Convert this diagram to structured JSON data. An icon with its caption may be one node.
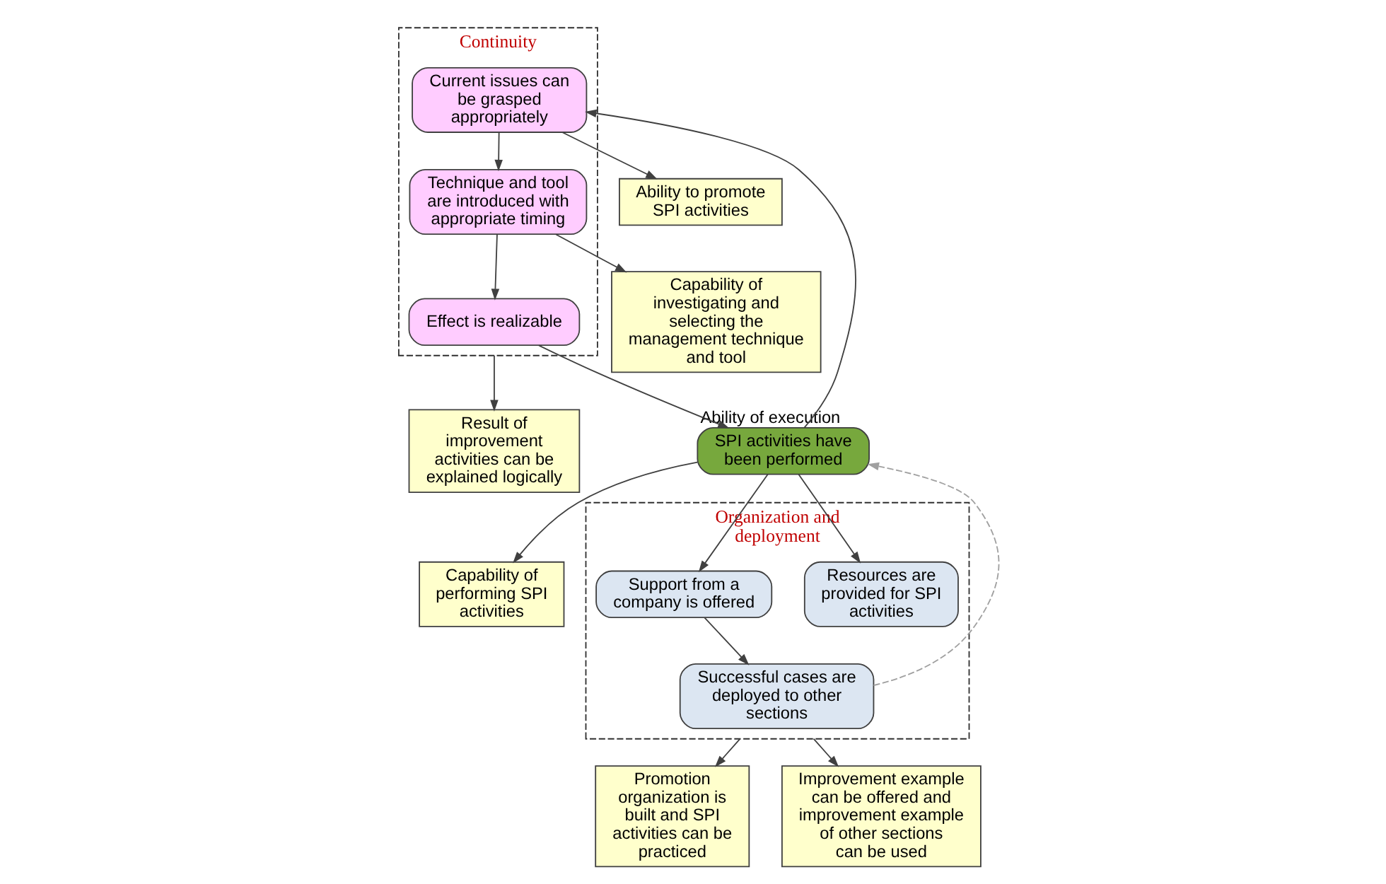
{
  "diagram": {
    "nodes": [
      {
        "text": [
          "Continuity"
        ]
      },
      {
        "text": [
          "Current issues can be grasped appropriately"
        ],
        "in": 0
      },
      {
        "text": [
          "Technique and tool are introduced with appropriate timing"
        ],
        "in": 0
      },
      {
        "text": [
          "Effect is realizable"
        ],
        "in": 0
      },
      {
        "text": [
          "Capability of performing SPI activities"
        ]
      },
      {
        "text": [
          "Ability to promote SPI activities"
        ]
      },
      {
        "text": [
          "Capability of investigating and selecting the management technique and tool"
        ]
      },
      {
        "text": [
          "SPI activities have been performed"
        ],
        "beside": [
          "Ability of execution"
        ]
      },
      {
        "text": [
          "Organization and deployment"
        ]
      },
      {
        "text": [
          "Resources are provided for SPI activities"
        ],
        "in": 8
      },
      {
        "text": [
          "Support from a company is offered"
        ],
        "in": 8
      },
      {
        "text": [
          "Successful cases are deployed to other sections"
        ],
        "in": 8
      },
      {
        "text": [
          "Result of improvement activities can be explained logically"
        ]
      },
      {
        "text": [
          "Promotion organization is built and SPI activities can be practiced"
        ]
      },
      {
        "text": [
          "Improvement example can be offered and improvement example of other sections can be used"
        ]
      }
    ],
    "edges": [
      {
        "from": 7,
        "to": 4,
        "arrow": "to"
      },
      {
        "from": 7,
        "to": 1,
        "arrow": "to"
      },
      {
        "from": 1,
        "to": 5,
        "arrow": "to"
      },
      {
        "from": 1,
        "to": 2,
        "arrow": "to"
      },
      {
        "from": 2,
        "to": 6,
        "arrow": "to"
      },
      {
        "from": 2,
        "to": 3,
        "arrow": "to"
      },
      {
        "from": 3,
        "to": 7,
        "arrow": "to"
      },
      {
        "from": 7,
        "to": 9,
        "arrow": "to"
      },
      {
        "from": 7,
        "to": 10,
        "arrow": "to"
      },
      {
        "from": 10,
        "to": 11,
        "arrow": "to"
      },
      {
        "from": 11,
        "to": 7,
        "arrow": "to",
        "style": "dashed",
        "color": "#a0a0a0"
      },
      {
        "from": 0,
        "to": 12,
        "arrow": "to"
      },
      {
        "from": 8,
        "to": 13,
        "arrow": "to"
      },
      {
        "from": 8,
        "to": 14,
        "arrow": "to"
      }
    ]
  }
}
